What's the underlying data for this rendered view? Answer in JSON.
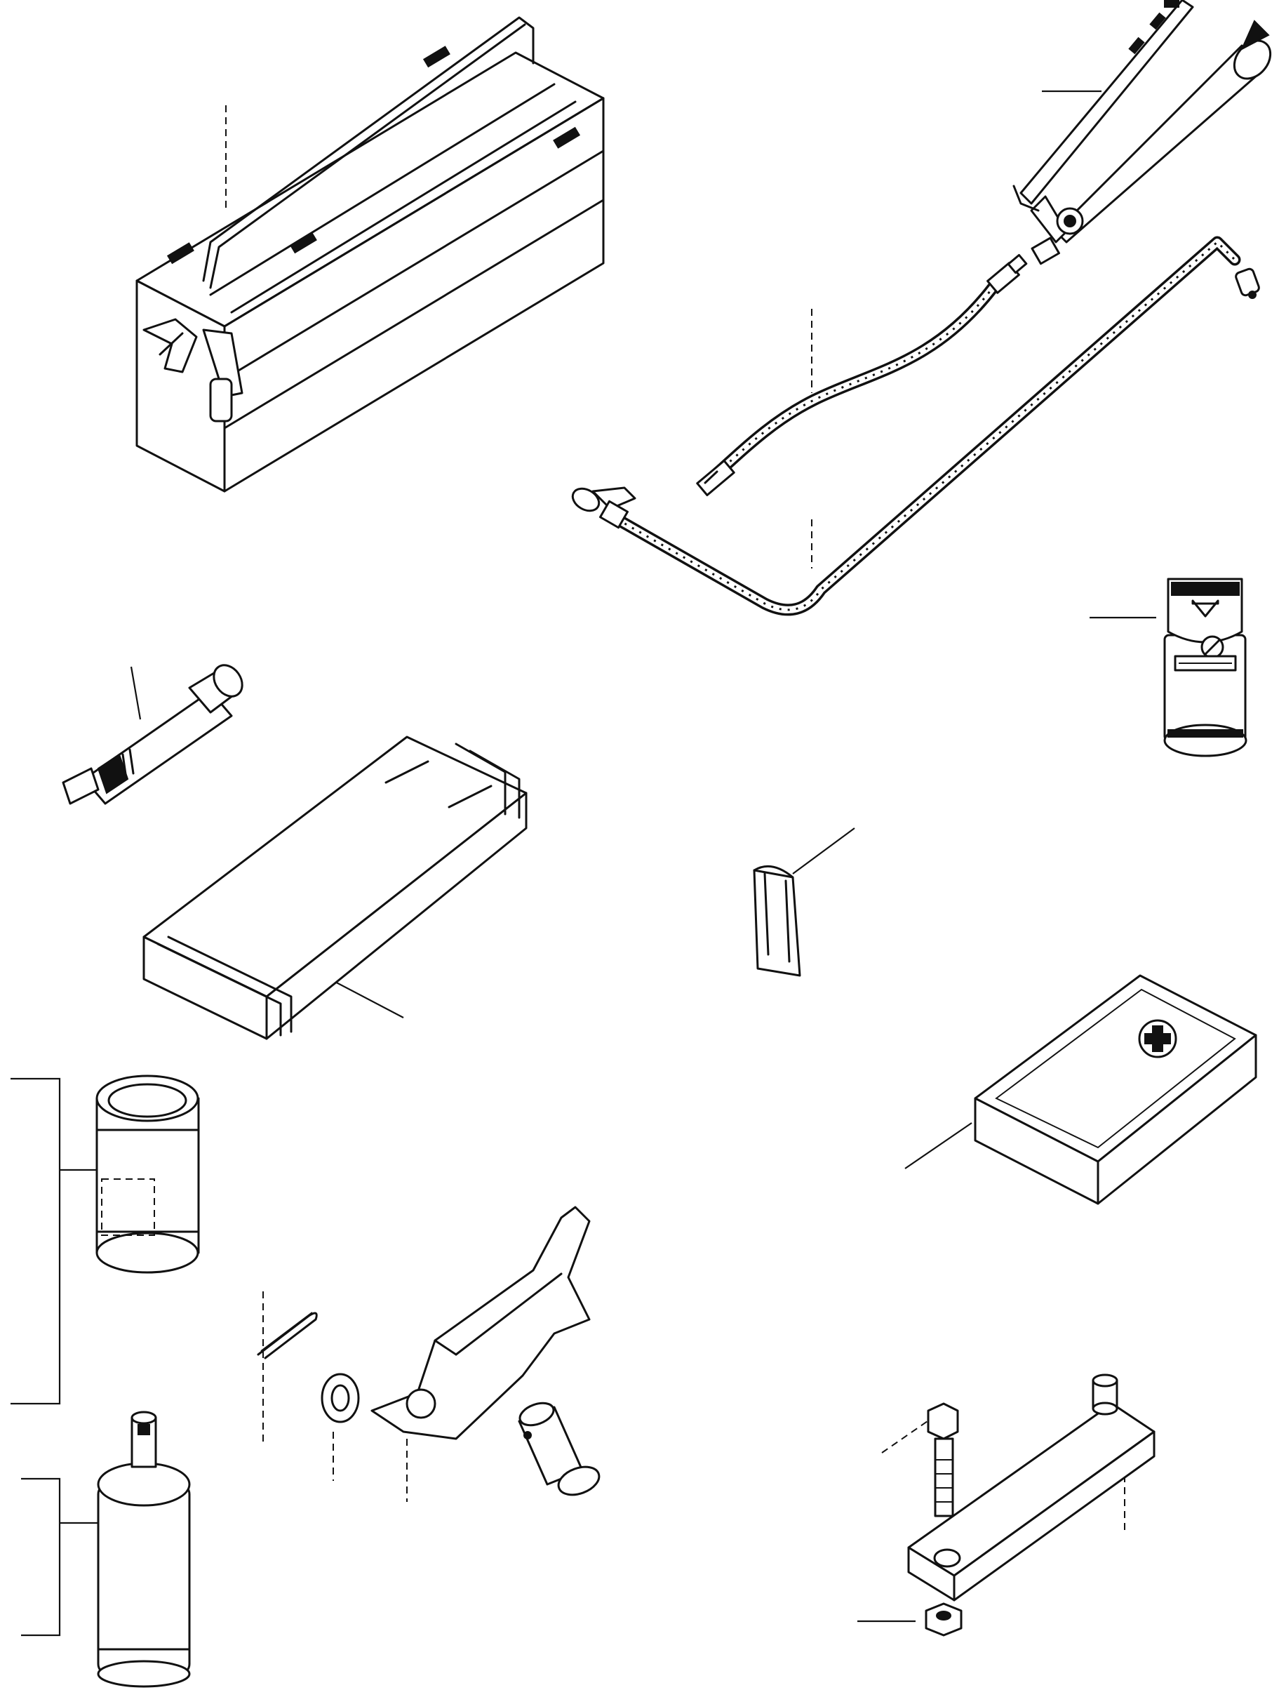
{
  "figure": {
    "items": [
      {
        "id": "toolbox",
        "icon": "toolbox-icon"
      },
      {
        "id": "grease-gun",
        "icon": "grease-gun-icon"
      },
      {
        "id": "flexible-hose",
        "icon": "hose-icon"
      },
      {
        "id": "rigid-extension",
        "icon": "extension-pipe-icon"
      },
      {
        "id": "filler-cap",
        "icon": "cap-icon"
      },
      {
        "id": "screwdriver",
        "icon": "screwdriver-icon"
      },
      {
        "id": "tool-pouch",
        "icon": "pouch-icon"
      },
      {
        "id": "spring-clip",
        "icon": "clip-icon"
      },
      {
        "id": "first-aid-kit",
        "icon": "first-aid-kit-icon"
      },
      {
        "id": "grease-cartridge",
        "icon": "cartridge-icon"
      },
      {
        "id": "split-pin",
        "icon": "split-pin-icon"
      },
      {
        "id": "washer",
        "icon": "washer-icon"
      },
      {
        "id": "lever",
        "icon": "lever-icon"
      },
      {
        "id": "pin",
        "icon": "pin-icon"
      },
      {
        "id": "fire-extinguisher",
        "icon": "extinguisher-icon"
      },
      {
        "id": "bolt",
        "icon": "bolt-icon"
      },
      {
        "id": "plate",
        "icon": "plate-icon"
      },
      {
        "id": "nut",
        "icon": "nut-icon"
      }
    ]
  }
}
